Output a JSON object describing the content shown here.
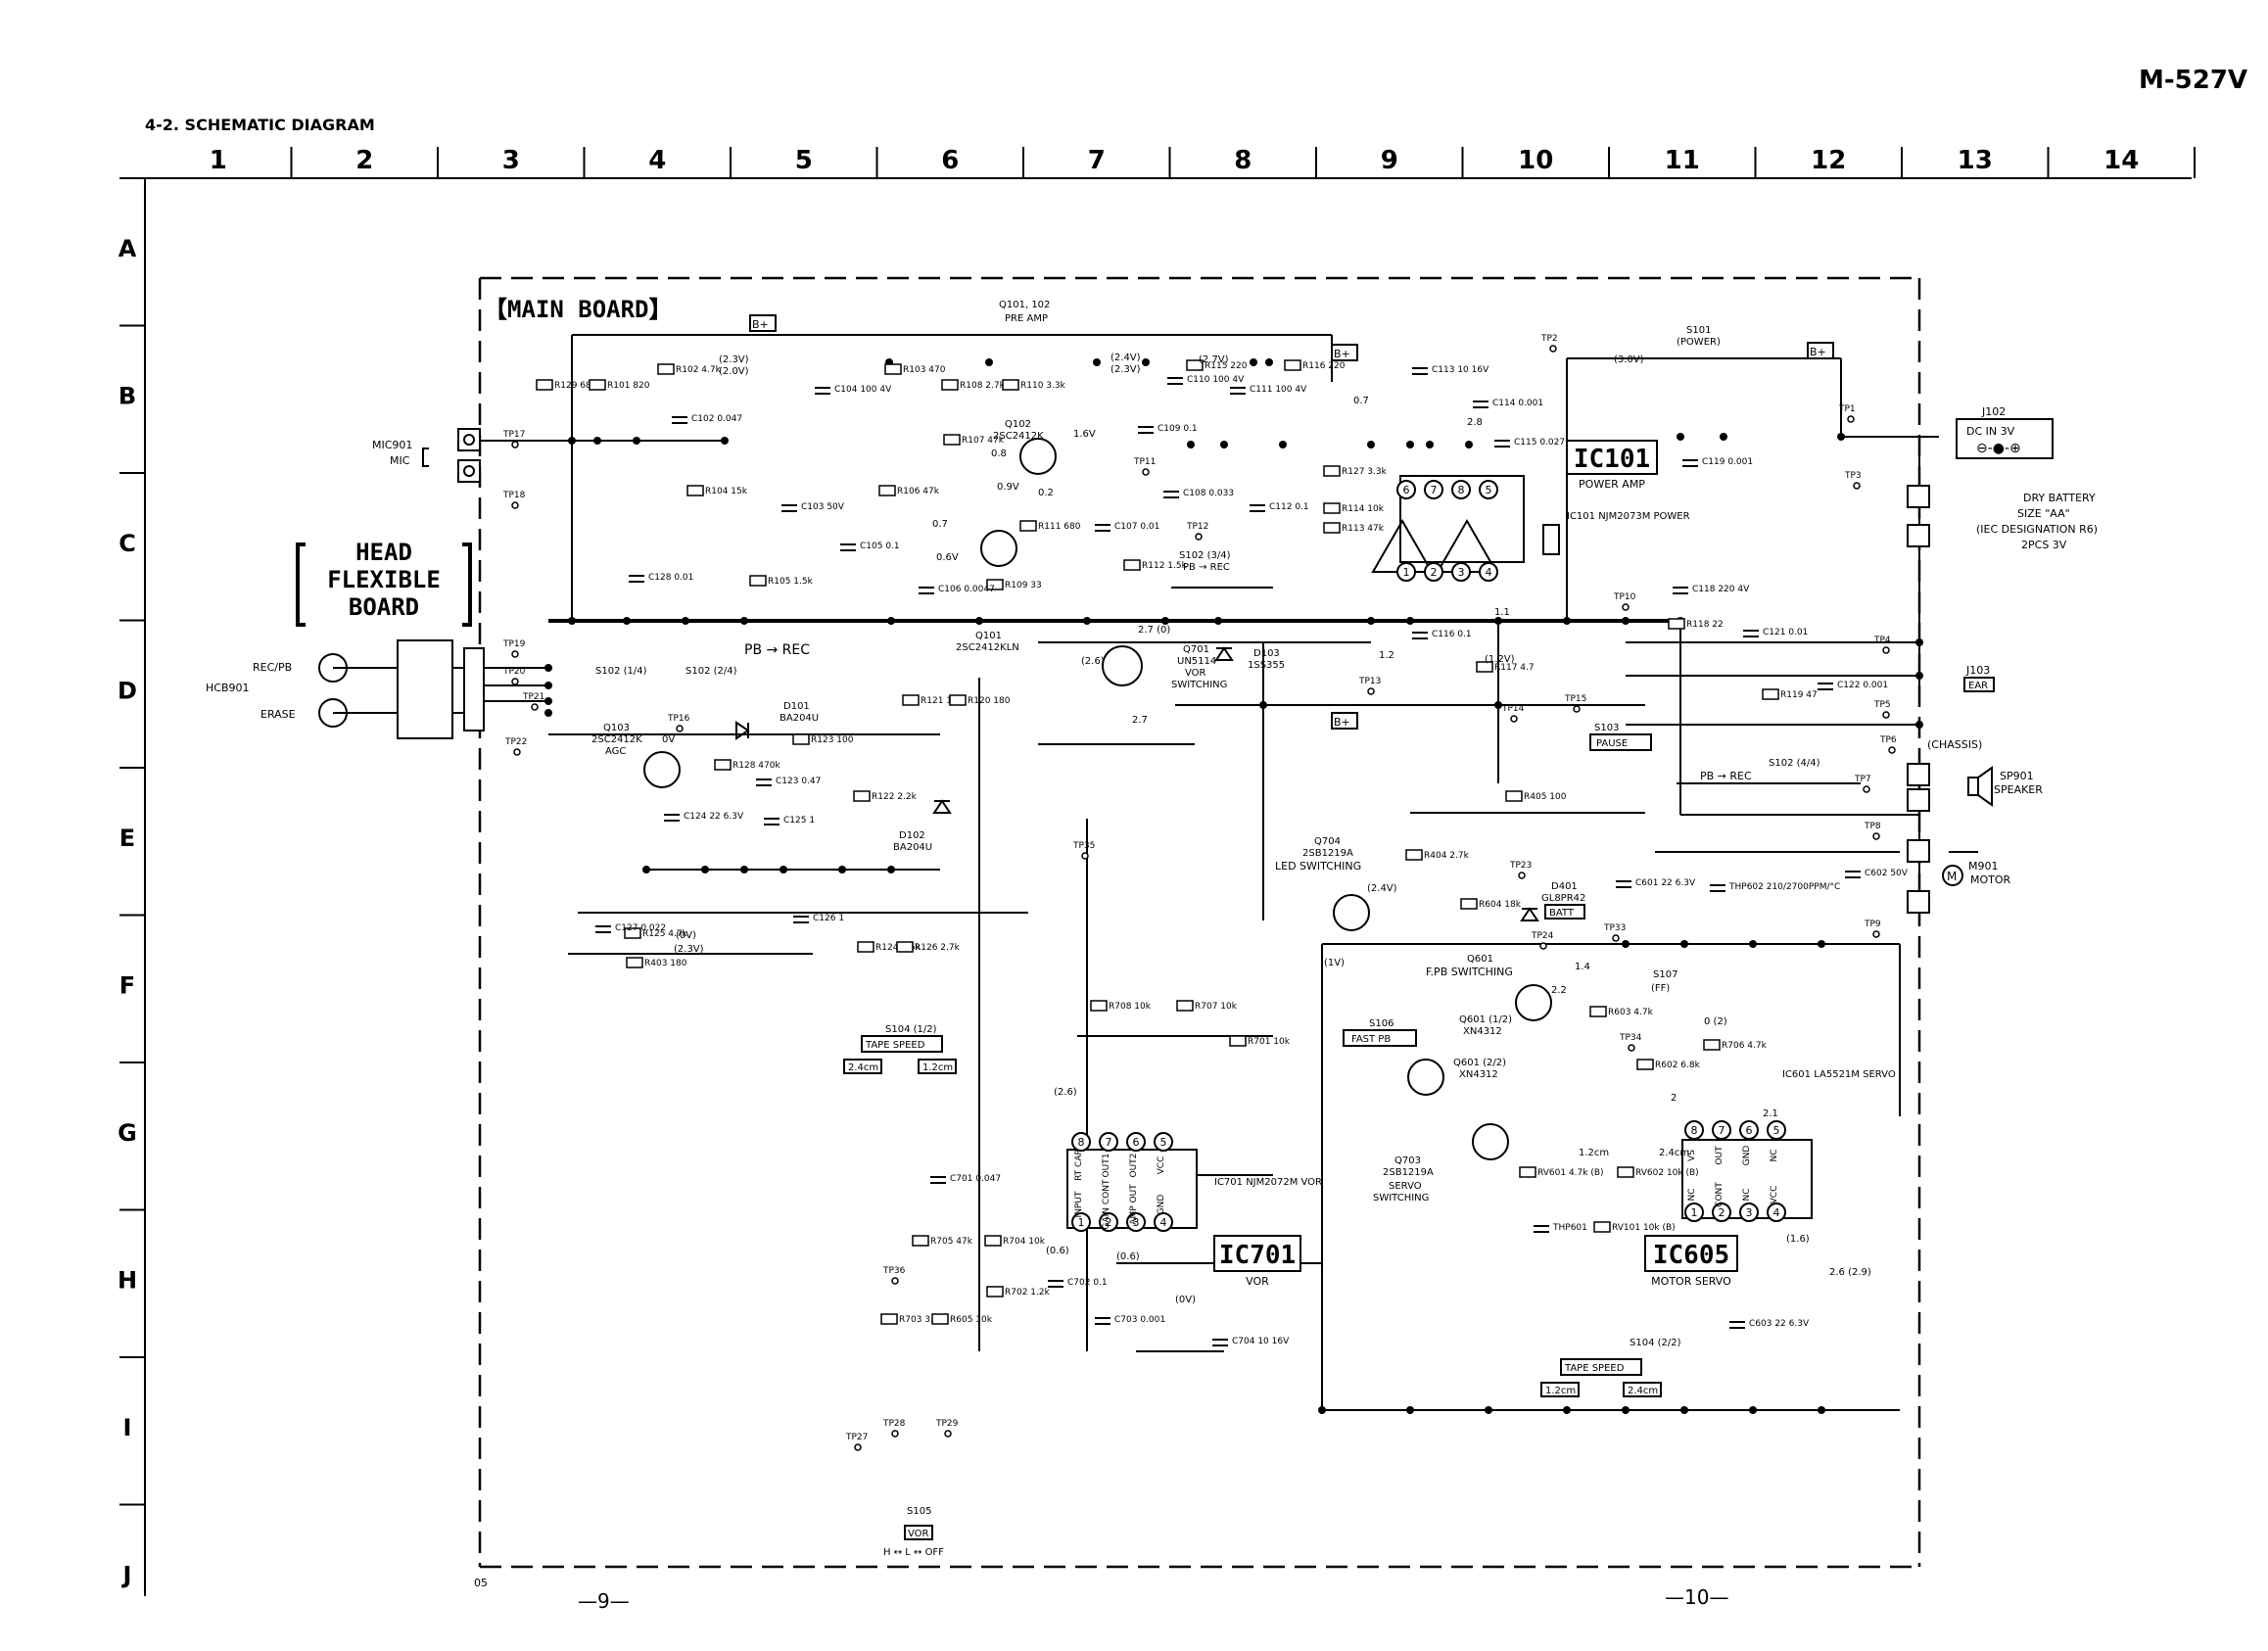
{
  "header": {
    "model": "M-527V",
    "section": "4-2.  SCHEMATIC DIAGRAM",
    "page_left": "—9—",
    "page_right": "—10—",
    "footer_code": "05"
  },
  "grid": {
    "columns": [
      "1",
      "2",
      "3",
      "4",
      "5",
      "6",
      "7",
      "8",
      "9",
      "10",
      "11",
      "12",
      "13",
      "14"
    ],
    "rows": [
      "A",
      "B",
      "C",
      "D",
      "E",
      "F",
      "G",
      "H",
      "I",
      "J"
    ]
  },
  "boards": {
    "main": "【MAIN BOARD】",
    "head_flexible": [
      "HEAD",
      "FLEXIBLE",
      "BOARD"
    ]
  },
  "blocks": {
    "ic101": {
      "name": "IC101",
      "desc": "POWER AMP",
      "part": "IC101 NJM2073M POWER"
    },
    "ic701": {
      "name": "IC701",
      "desc": "VOR",
      "part": "IC701 NJM2072M VOR"
    },
    "ic605": {
      "name": "IC605",
      "desc": "MOTOR SERVO",
      "part": "IC601 LA5521M SERVO"
    }
  },
  "ic701_pins_top": [
    "8",
    "7",
    "6",
    "5"
  ],
  "ic701_pins_bottom": [
    "1",
    "2",
    "3",
    "4"
  ],
  "ic701_pin_names": [
    "INPUT",
    "GAIN CONT",
    "AMP OUT",
    "GND",
    "RT CAP",
    "OUT1",
    "OUT2",
    "VCC"
  ],
  "ic605_pins_top": [
    "8",
    "7",
    "6",
    "5"
  ],
  "ic605_pins_bottom": [
    "1",
    "2",
    "3",
    "4"
  ],
  "ic605_pin_names": [
    "NC",
    "CONT",
    "NC",
    "VCC",
    "VS",
    "OUT",
    "GND",
    "NC"
  ],
  "ic101_pins_top": [
    "6",
    "7",
    "8",
    "5"
  ],
  "ic101_pins_bottom": [
    "1",
    "2",
    "3",
    "4"
  ],
  "ports": {
    "mic": [
      "MIC901",
      "MIC"
    ],
    "hcb": "HCB901",
    "rec_pb": "REC/PB",
    "erase": "ERASE",
    "dc_in": "DC IN 3V",
    "j102": "J102",
    "battery": [
      "DRY BATTERY",
      "SIZE \"AA\"",
      "(IEC DESIGNATION R6)",
      "2PCS 3V"
    ],
    "j103": "J103",
    "ear": "EAR",
    "chassis": "(CHASSIS)",
    "speaker": [
      "SP901",
      "SPEAKER"
    ],
    "motor": [
      "M901",
      "MOTOR"
    ]
  },
  "transistors": {
    "q101_102": [
      "Q101, 102",
      "PRE AMP"
    ],
    "q102": [
      "Q102",
      "2SC2412K"
    ],
    "q101": [
      "Q101",
      "2SC2412KLN"
    ],
    "q103": [
      "Q103",
      "2SC2412K",
      "AGC"
    ],
    "q701": [
      "Q701",
      "UN5114",
      "VOR",
      "SWITCHING"
    ],
    "q704": [
      "Q704",
      "2SB1219A",
      "LED SWITCHING"
    ],
    "q703": [
      "Q703",
      "2SB1219A",
      "SERVO",
      "SWITCHING"
    ],
    "q601": [
      "Q601",
      "F.PB SWITCHING"
    ],
    "q601a": [
      "Q601 (1/2)",
      "XN4312"
    ],
    "q601b": [
      "Q601 (2/2)",
      "XN4312"
    ]
  },
  "diodes": {
    "d101": [
      "D101",
      "BA204U"
    ],
    "d102": [
      "D102",
      "BA204U"
    ],
    "d103": [
      "D103",
      "1SS355"
    ],
    "d401": [
      "D401",
      "GL8PR42"
    ],
    "batt": "BATT"
  },
  "switches": {
    "s101": [
      "S101",
      "(POWER)"
    ],
    "s102_34": [
      "S102 (3/4)",
      "PB → REC"
    ],
    "s102_14": "S102 (1/4)",
    "s102_24": "S102 (2/4)",
    "s102_44": "S102 (4/4)",
    "s103": [
      "S103",
      "PAUSE"
    ],
    "s104_12": [
      "S104 (1/2)",
      "TAPE SPEED"
    ],
    "s104_22": [
      "S104 (2/2)",
      "TAPE SPEED"
    ],
    "s105": [
      "S105",
      "VOR"
    ],
    "s105_pos": "H ↔ L ↔ OFF",
    "s106": [
      "S106",
      "FAST PB"
    ],
    "s107": [
      "S107",
      "(FF)"
    ],
    "speeds": [
      "2.4cm",
      "1.2cm"
    ],
    "pb_rec": "PB → REC"
  },
  "resistors": [
    "R129 68",
    "R101 820",
    "R102 4.7k",
    "R103 470",
    "R108 2.7k",
    "R110 3.3k",
    "R115 220",
    "R116 220",
    "R107 47k",
    "R104 15k",
    "R106 47k",
    "R111 680",
    "R105 1.5k",
    "R109 33",
    "R112 1.5k",
    "R127 3.3k",
    "R114 10k",
    "R113 47k",
    "R117 4.7",
    "R118 22",
    "R119 47",
    "R121 1k",
    "R120 180",
    "R123 100",
    "R128 470k",
    "R122 2.2k",
    "R125 4.7k",
    "R124 1.5k",
    "R126 2.7k",
    "R403 180",
    "R405 100",
    "R404 2.7k",
    "R604 18k",
    "R603 4.7k",
    "R602 6.8k",
    "R706 4.7k",
    "R708 10k",
    "R707 10k",
    "R701 10k",
    "R705 47k",
    "R704 10k",
    "R702 1.2k",
    "R703 3.9k",
    "R605 10k",
    "RV101 10k (B)",
    "RV601 4.7k (B)",
    "RV602 10k (B)"
  ],
  "capacitors": [
    "C102 0.047",
    "C103 50V",
    "C104 100 4V",
    "C105 0.1",
    "C106 0.0047",
    "C107 0.01",
    "C108 0.033",
    "C109 0.1",
    "C110 100 4V",
    "C111 100 4V",
    "C112 0.1",
    "C113 10 16V",
    "C114 0.001",
    "C115 0.027",
    "C116 0.1",
    "C118 220 4V",
    "C119 0.001",
    "C121 0.01",
    "C122 0.001",
    "C123 0.47",
    "C124 22 6.3V",
    "C125 1",
    "C126 1",
    "C127 0.022",
    "C128 0.01",
    "C601 22 6.3V",
    "C602 50V",
    "C603 22 6.3V",
    "C701 0.047",
    "C702 0.1",
    "C703 0.001",
    "C704 10 16V",
    "THP602 210/2700PPM/°C",
    "THP601"
  ],
  "test_points": [
    "TP1",
    "TP2",
    "TP3",
    "TP4",
    "TP5",
    "TP6",
    "TP7",
    "TP8",
    "TP9",
    "TP10",
    "TP11",
    "TP12",
    "TP13",
    "TP14",
    "TP15",
    "TP16",
    "TP17",
    "TP18",
    "TP19",
    "TP20",
    "TP21",
    "TP22",
    "TP23",
    "TP24",
    "TP27",
    "TP28",
    "TP29",
    "TP33",
    "TP34",
    "TP35",
    "TP36"
  ],
  "voltages": [
    "(2.3V)",
    "(2.0V)",
    "(2.4V)",
    "(2.3V)",
    "(2.7V)",
    "(3.0V)",
    "1.6V",
    "0.8",
    "0.9V",
    "0.7",
    "0.6V",
    "0.2",
    "2.7 (0)",
    "(2.6)",
    "2.7",
    "0V",
    "(1.2V)",
    "1.2",
    "1.1",
    "2.8",
    "0.7",
    "(0V)",
    "(2.3V)",
    "(1V)",
    "(2.4V)",
    "1.4",
    "2.2",
    "0 (2)",
    "1.2cm",
    "2.4cm",
    "2.1",
    "2",
    "(1.6)",
    "2.6 (2.9)",
    "(0.6)",
    "(0.6)",
    "(0V)",
    "(2.6)"
  ],
  "bplus": "B+",
  "rail_label": "PB → REC"
}
